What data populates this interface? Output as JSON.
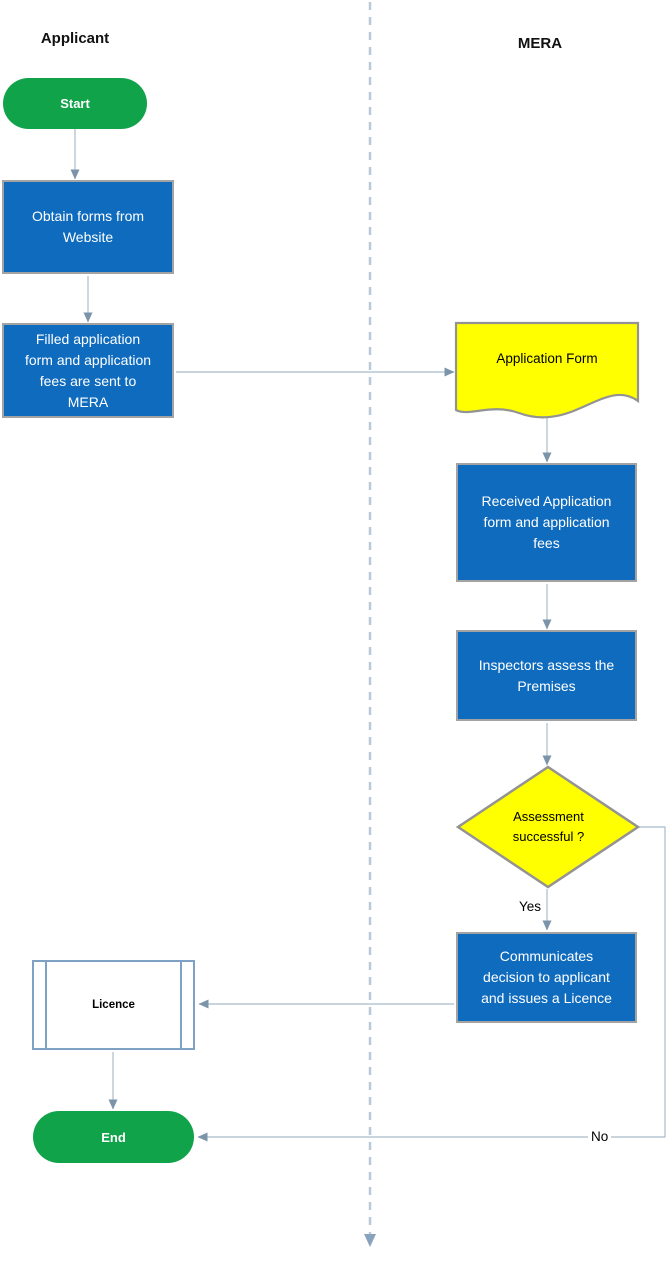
{
  "diagram": {
    "type": "flowchart",
    "lanes": [
      {
        "label": "Applicant"
      },
      {
        "label": "MERA"
      }
    ],
    "nodes": {
      "start": {
        "type": "terminator",
        "label": "Start"
      },
      "obtain_forms": {
        "type": "process",
        "label": "Obtain forms from\nWebsite"
      },
      "send_application": {
        "type": "process",
        "label": "Filled application\nform and application\nfees are sent to\nMERA"
      },
      "application_form": {
        "type": "document",
        "label": "Application Form"
      },
      "received_application": {
        "type": "process",
        "label": "Received Application\nform and application\nfees"
      },
      "inspect_premises": {
        "type": "process",
        "label": "Inspectors assess the\nPremises"
      },
      "assessment_decision": {
        "type": "decision",
        "label": "Assessment\nsuccessful ?"
      },
      "communicate_decision": {
        "type": "process",
        "label": "Communicates\ndecision to applicant\nand issues a Licence"
      },
      "licence": {
        "type": "predefined-process",
        "label": "Licence"
      },
      "end": {
        "type": "terminator",
        "label": "End"
      }
    },
    "edge_labels": {
      "yes": "Yes",
      "no": "No"
    },
    "colors": {
      "process_fill": "#0f6bbe",
      "process_border": "#a3a3a3",
      "terminator_fill": "#10a34a",
      "decision_fill": "#ffff00",
      "document_fill": "#ffff00",
      "shape_border": "#939393",
      "predefined_border": "#7ea1c4",
      "connector_line": "#a9bccb",
      "arrowhead": "#7b94aa",
      "lane_divider": "#bac9d9",
      "text_on_fill": "#ffffff",
      "text_dark": "#000000"
    }
  }
}
